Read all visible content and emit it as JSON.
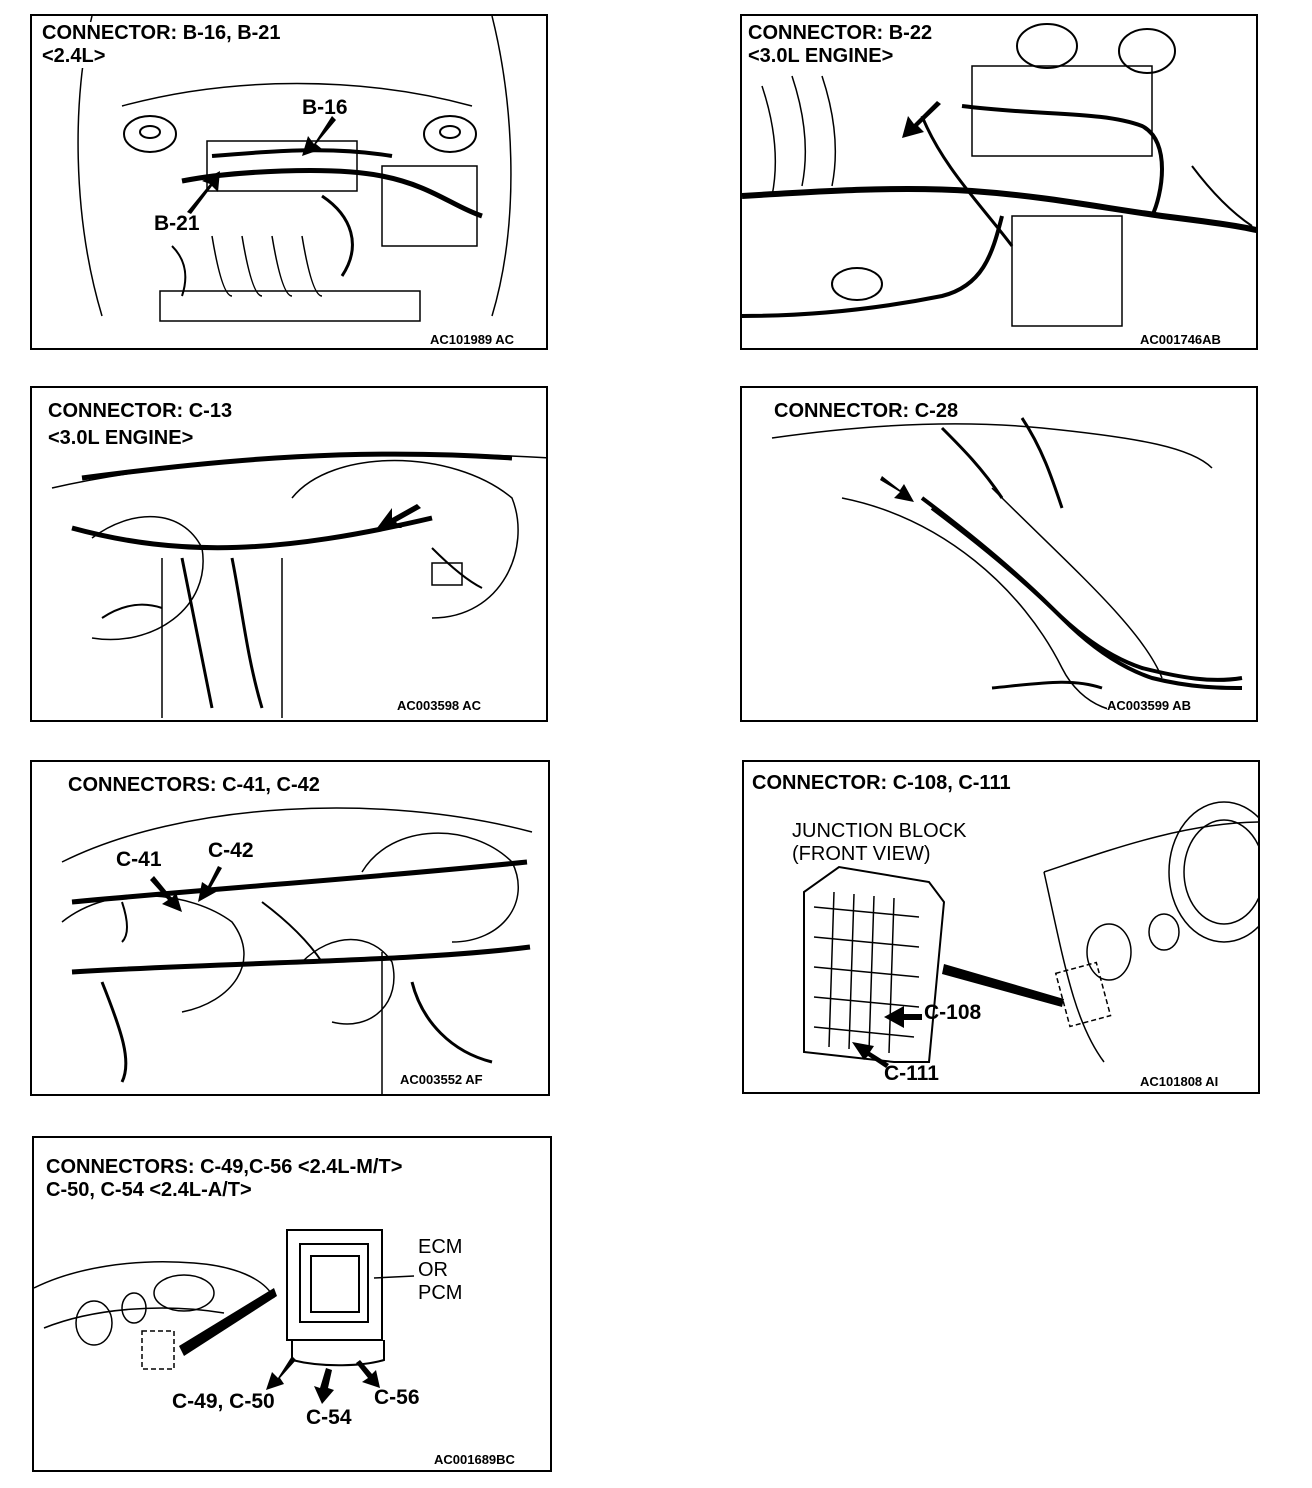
{
  "panels": {
    "b16_b21": {
      "title": "CONNECTOR: B-16, B-21",
      "subtitle": "<2.4L>",
      "callouts": [
        "B-16",
        "B-21"
      ],
      "code": "AC101989 AC"
    },
    "b22": {
      "title": "CONNECTOR: B-22",
      "subtitle": "<3.0L ENGINE>",
      "code": "AC001746AB"
    },
    "c13": {
      "title": "CONNECTOR: C-13",
      "subtitle": "<3.0L ENGINE>",
      "code": "AC003598 AC"
    },
    "c28": {
      "title": "CONNECTOR: C-28",
      "code": "AC003599 AB"
    },
    "c41_c42": {
      "title": "CONNECTORS: C-41, C-42",
      "callouts": [
        "C-41",
        "C-42"
      ],
      "code": "AC003552 AF"
    },
    "c108_c111": {
      "title": "CONNECTOR: C-108, C-111",
      "note_line1": "JUNCTION BLOCK",
      "note_line2": "(FRONT VIEW)",
      "callouts": [
        "C-108",
        "C-111"
      ],
      "code": "AC101808 AI"
    },
    "c49_c56": {
      "title": "CONNECTORS: C-49,C-56 <2.4L-M/T>",
      "subtitle": "C-50, C-54 <2.4L-A/T>",
      "module_line1": "ECM",
      "module_line2": "OR",
      "module_line3": "PCM",
      "callouts": [
        "C-49, C-50",
        "C-54",
        "C-56"
      ],
      "code": "AC001689BC"
    }
  }
}
